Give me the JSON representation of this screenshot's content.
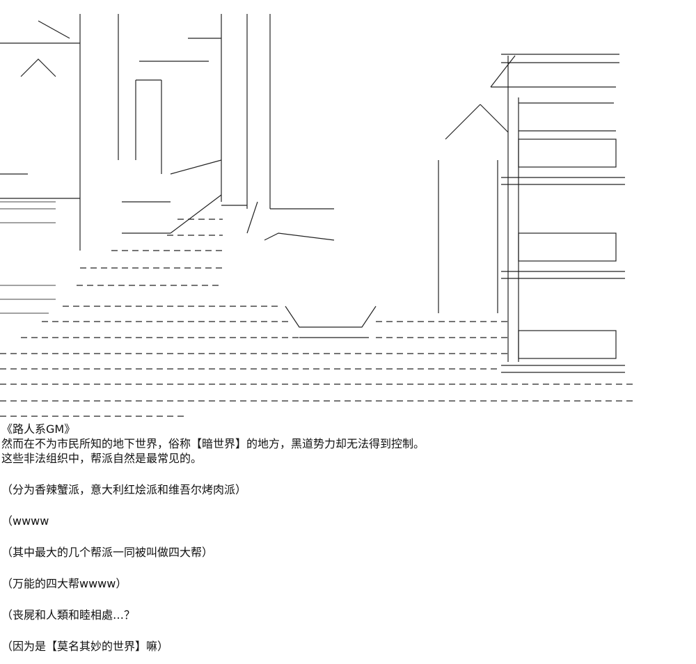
{
  "speaker": "《路人系GM》",
  "lines": [
    {
      "text": "然而在不为市民所知的地下世界，俗称【暗世界】的地方，黑道势力却无法得到控制。",
      "gap": false
    },
    {
      "text": "这些非法组织中，帮派自然是最常见的。",
      "gap": false
    },
    {
      "text": "（分为香辣蟹派，意大利红烩派和维吾尔烤肉派）",
      "gap": true
    },
    {
      "text": "（wwww",
      "gap": true
    },
    {
      "text": "（其中最大的几个帮派一同被叫做四大帮）",
      "gap": true
    },
    {
      "text": "（万能的四大帮wwww）",
      "gap": true
    },
    {
      "text": "（丧屍和人類和睦相處…？",
      "gap": true
    },
    {
      "text": "（因为是【莫名其妙的世界】嘛）",
      "gap": true
    }
  ]
}
